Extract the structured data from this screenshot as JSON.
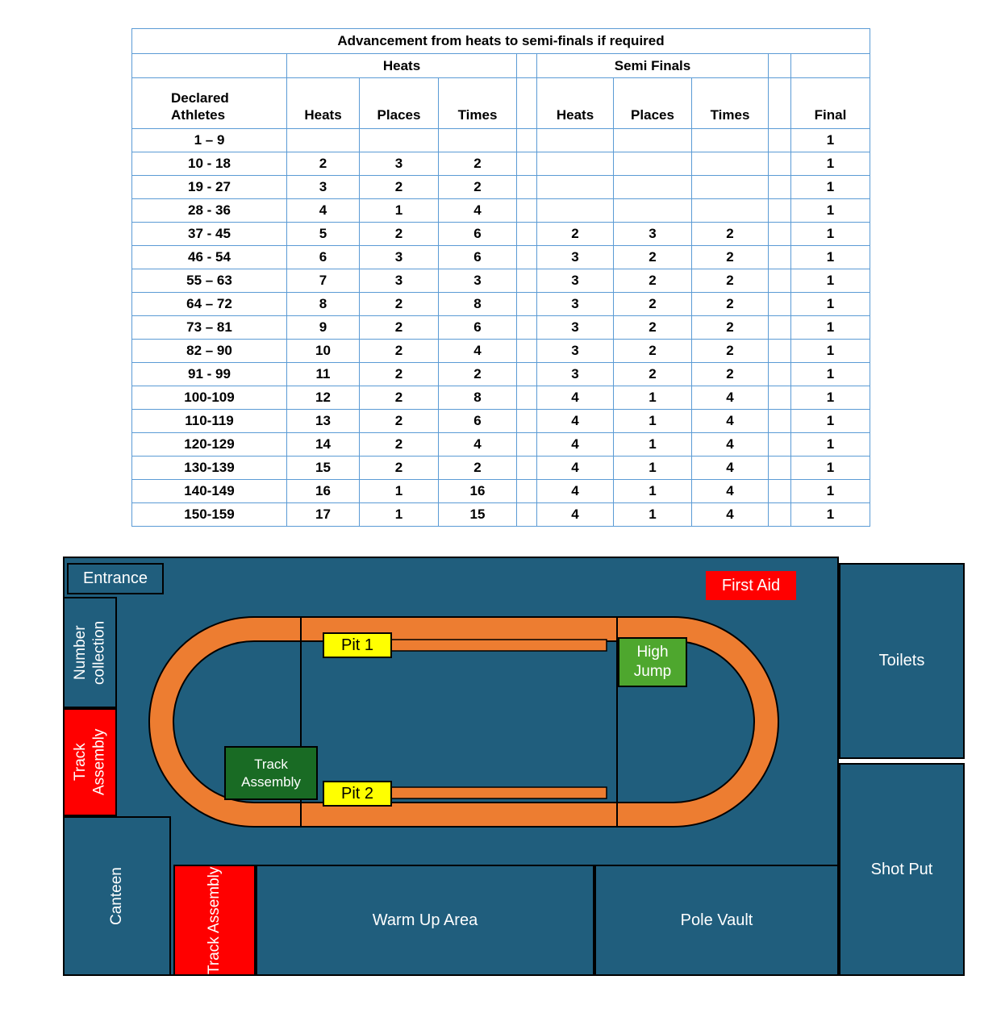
{
  "table": {
    "title": "Advancement from heats to semi-finals if required",
    "group_headers": {
      "heats": "Heats",
      "semi_finals": "Semi Finals"
    },
    "column_headers": {
      "declared": "Declared Athletes",
      "heats": "Heats",
      "places": "Places",
      "times": "Times",
      "final": "Final"
    },
    "rows": [
      {
        "athletes": "1 – 9",
        "heats": [
          "",
          "",
          ""
        ],
        "semi": [
          "",
          "",
          ""
        ],
        "final": "1"
      },
      {
        "athletes": "10 - 18",
        "heats": [
          "2",
          "3",
          "2"
        ],
        "semi": [
          "",
          "",
          ""
        ],
        "final": "1"
      },
      {
        "athletes": "19 - 27",
        "heats": [
          "3",
          "2",
          "2"
        ],
        "semi": [
          "",
          "",
          ""
        ],
        "final": "1"
      },
      {
        "athletes": "28 - 36",
        "heats": [
          "4",
          "1",
          "4"
        ],
        "semi": [
          "",
          "",
          ""
        ],
        "final": "1"
      },
      {
        "athletes": "37 - 45",
        "heats": [
          "5",
          "2",
          "6"
        ],
        "semi": [
          "2",
          "3",
          "2"
        ],
        "final": "1"
      },
      {
        "athletes": "46 - 54",
        "heats": [
          "6",
          "3",
          "6"
        ],
        "semi": [
          "3",
          "2",
          "2"
        ],
        "final": "1"
      },
      {
        "athletes": "55 – 63",
        "heats": [
          "7",
          "3",
          "3"
        ],
        "semi": [
          "3",
          "2",
          "2"
        ],
        "final": "1"
      },
      {
        "athletes": "64 – 72",
        "heats": [
          "8",
          "2",
          "8"
        ],
        "semi": [
          "3",
          "2",
          "2"
        ],
        "final": "1"
      },
      {
        "athletes": "73 – 81",
        "heats": [
          "9",
          "2",
          "6"
        ],
        "semi": [
          "3",
          "2",
          "2"
        ],
        "final": "1"
      },
      {
        "athletes": "82 – 90",
        "heats": [
          "10",
          "2",
          "4"
        ],
        "semi": [
          "3",
          "2",
          "2"
        ],
        "final": "1"
      },
      {
        "athletes": "91 - 99",
        "heats": [
          "11",
          "2",
          "2"
        ],
        "semi": [
          "3",
          "2",
          "2"
        ],
        "final": "1"
      },
      {
        "athletes": "100-109",
        "heats": [
          "12",
          "2",
          "8"
        ],
        "semi": [
          "4",
          "1",
          "4"
        ],
        "final": "1"
      },
      {
        "athletes": "110-119",
        "heats": [
          "13",
          "2",
          "6"
        ],
        "semi": [
          "4",
          "1",
          "4"
        ],
        "final": "1"
      },
      {
        "athletes": "120-129",
        "heats": [
          "14",
          "2",
          "4"
        ],
        "semi": [
          "4",
          "1",
          "4"
        ],
        "final": "1"
      },
      {
        "athletes": "130-139",
        "heats": [
          "15",
          "2",
          "2"
        ],
        "semi": [
          "4",
          "1",
          "4"
        ],
        "final": "1"
      },
      {
        "athletes": "140-149",
        "heats": [
          "16",
          "1",
          "16"
        ],
        "semi": [
          "4",
          "1",
          "4"
        ],
        "final": "1"
      },
      {
        "athletes": "150-159",
        "heats": [
          "17",
          "1",
          "15"
        ],
        "semi": [
          "4",
          "1",
          "4"
        ],
        "final": "1"
      }
    ]
  },
  "map": {
    "entrance": "Entrance",
    "number_collection": "Number collection",
    "track_assembly_left": "Track Assembly",
    "first_aid": "First Aid",
    "toilets": "Toilets",
    "shot_put": "Shot Put",
    "canteen": "Canteen",
    "track_assembly_bottom": "Track Assembly",
    "warm_up_area": "Warm Up Area",
    "pole_vault": "Pole Vault",
    "pit1": "Pit 1",
    "pit2": "Pit 2",
    "high_jump": "High Jump",
    "track_assembly_infield": "Track Assembly",
    "colors": {
      "field_blue": "#205E7D",
      "track_orange": "#ED7D31",
      "alert_red": "#FF0000",
      "pit_yellow": "#FFFF00",
      "high_jump_green": "#4EA72E",
      "assembly_dark_green": "#196B24"
    }
  }
}
